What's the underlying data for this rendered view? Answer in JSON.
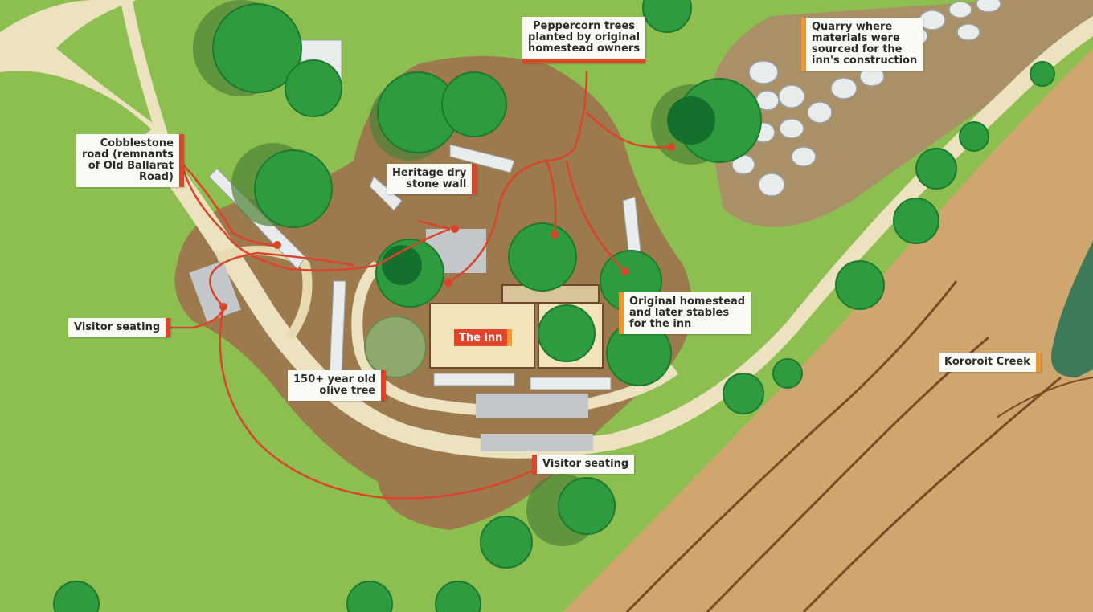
{
  "labels": {
    "cobblestone": [
      "Cobblestone",
      "road (remnants",
      "of Old Ballarat",
      "Road)"
    ],
    "heritage_wall": [
      "Heritage dry",
      "stone wall"
    ],
    "peppercorn": [
      "Peppercorn trees",
      "planted by original",
      "homestead owners"
    ],
    "quarry": [
      "Quarry where",
      "materials were",
      "sourced for the",
      "inn's construction"
    ],
    "visitor_seating_left": "Visitor seating",
    "visitor_seating_bottom": "Visitor seating",
    "olive_tree": [
      "150+ year old",
      "olive tree"
    ],
    "homestead": [
      "Original homestead",
      "and later stables",
      "for the inn"
    ],
    "inn": "The inn",
    "creek": "Kororoit Creek"
  },
  "colors": {
    "grass": "#8cbf4f",
    "dirt": "#9c7a4e",
    "path": "#ece2c0",
    "tree": "#2e9c3e",
    "tree_dark": "#14702d",
    "stone": "#e9ecec",
    "creek_bed": "#cfa66e",
    "leader_line": "#d9442b",
    "accent_red": "#e0452c",
    "accent_orange": "#f1962a"
  }
}
